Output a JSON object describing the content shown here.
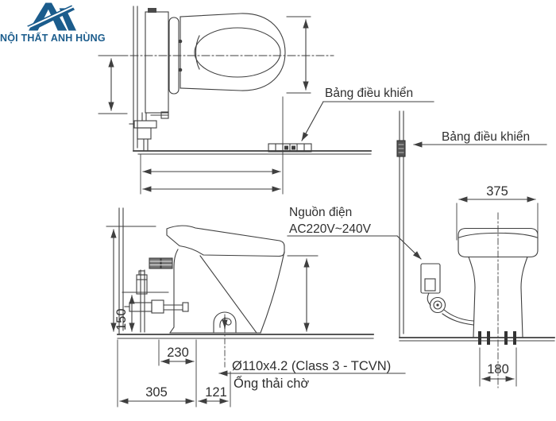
{
  "brand": {
    "name": "NỘI THẤT ANH HÙNG",
    "color": "#1b5c8c"
  },
  "annotations": {
    "control_panel_top": "Bảng điều khiển",
    "control_panel_rear": "Bảng điều khiển",
    "power_source": "Nguồn điện",
    "power_voltage": "AC220V~240V",
    "pipe_spec": "Ø110x4.2 (Class 3 - TCVN)",
    "waste_pipe": "Ống thải chờ"
  },
  "dimensions": {
    "seat_width": "375",
    "inlet_height": "150",
    "trap_to_back": "230",
    "wall_to_trap": "305",
    "trap_offset": "121",
    "bolt_spacing": "180"
  },
  "drawing": {
    "line_color": "#3f3f3f"
  }
}
